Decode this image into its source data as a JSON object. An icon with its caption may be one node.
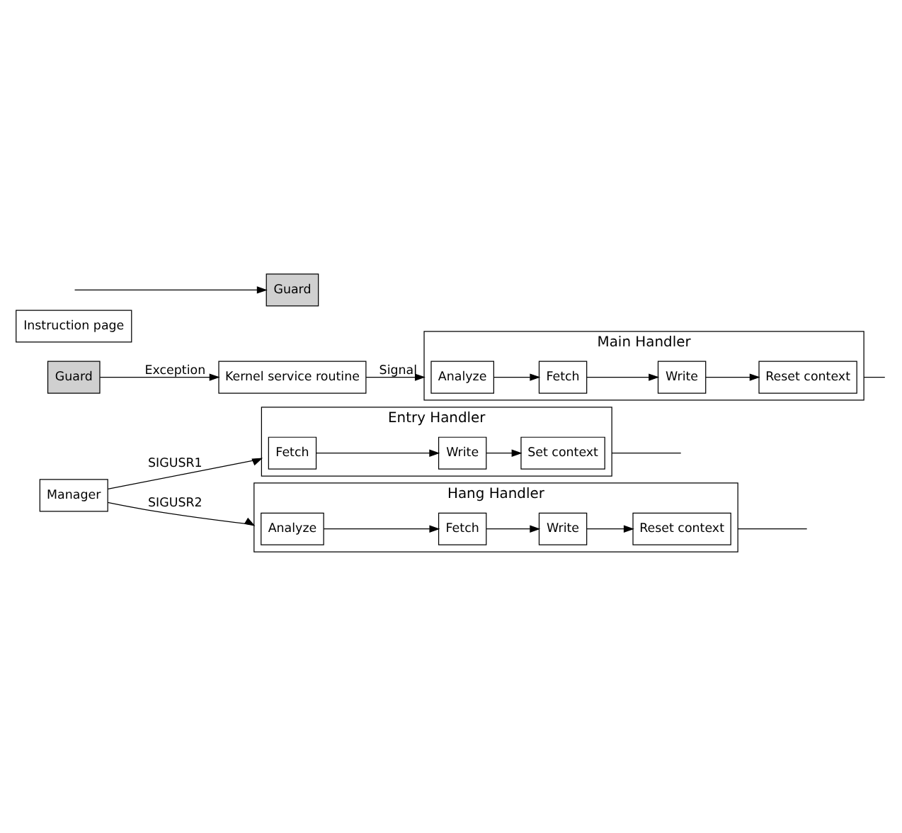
{
  "diagram": {
    "nodes": [
      {
        "text": [
          "Manager"
        ]
      },
      {
        "text": [
          "Entry Handler"
        ]
      },
      {
        "text": [
          "Fetch"
        ],
        "in": 1
      },
      {
        "text": [
          "Write"
        ],
        "in": 1
      },
      {
        "text": [
          "Set context"
        ],
        "in": 1
      },
      {
        "text": [
          "Hang Handler"
        ]
      },
      {
        "text": [
          "Analyze"
        ],
        "in": 5
      },
      {
        "text": [
          "Fetch"
        ],
        "in": 5
      },
      {
        "text": [
          "Write"
        ],
        "in": 5
      },
      {
        "text": [
          "Reset context"
        ],
        "in": 5
      },
      {
        "text": [
          "Main Handler"
        ]
      },
      {
        "text": [
          "Analyze"
        ],
        "in": 10
      },
      {
        "text": [
          "Fetch"
        ],
        "in": 10
      },
      {
        "text": [
          "Write"
        ],
        "in": 10
      },
      {
        "text": [
          "Reset context"
        ],
        "in": 10
      },
      {
        "text": [
          "Kernel service routine"
        ]
      },
      {
        "text": [
          "Guard"
        ]
      },
      {
        "text": [
          "Instruction page"
        ]
      },
      {
        "text": [
          "Guard"
        ]
      }
    ],
    "edges": [
      {
        "from": 0,
        "to": 1,
        "arrow": "to",
        "label": "SIGUSR1"
      },
      {
        "from": 0,
        "to": 5,
        "arrow": "to",
        "label": "SIGUSR2"
      },
      {
        "from": 2,
        "to": 3,
        "arrow": "to"
      },
      {
        "from": 3,
        "to": 4,
        "arrow": "to"
      },
      {
        "from": 1,
        "to": null,
        "arrow": "none"
      },
      {
        "from": 6,
        "to": 7,
        "arrow": "to"
      },
      {
        "from": 7,
        "to": 8,
        "arrow": "to"
      },
      {
        "from": 8,
        "to": 9,
        "arrow": "to"
      },
      {
        "from": 5,
        "to": null,
        "arrow": "none"
      },
      {
        "from": 11,
        "to": 12,
        "arrow": "to"
      },
      {
        "from": 12,
        "to": 13,
        "arrow": "to"
      },
      {
        "from": 13,
        "to": 14,
        "arrow": "to"
      },
      {
        "from": 10,
        "to": null,
        "arrow": "none"
      },
      {
        "from": 15,
        "to": 10,
        "arrow": "to",
        "label": "Signal"
      },
      {
        "from": 16,
        "to": 15,
        "arrow": "to",
        "label": "Exception"
      },
      {
        "from": null,
        "to": 18,
        "arrow": "to"
      }
    ]
  }
}
